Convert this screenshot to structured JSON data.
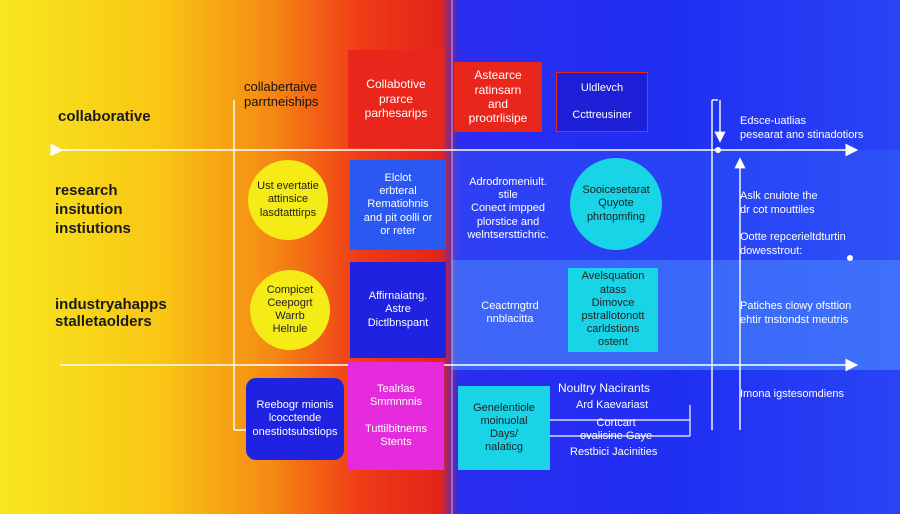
{
  "rows": {
    "collaborative": "collaborative",
    "research": "research\ninsitution\ninstiutions",
    "industry": "industryahapps\nstalletaolders"
  },
  "header": {
    "col_a": "collabertaive\nparrtneiships",
    "col_b": "Collabotive\nprarce\nparhesarips",
    "col_c": "Astearce\nratinsarn\nand\nprootrlisipe",
    "col_d": "Uldlevch\n\nCcttreusiner"
  },
  "right_notes": {
    "top": "Edsce-uatlias\npesearat ano stinadotiors",
    "mid": "Aslk cnulote the\ndr cot mouttiles\n\nOotte repcerieltdturtin\ndowesstrout:",
    "lower": "Patiches clowy ofsttion\nehtir tnstondst meutris",
    "bottom": "Imona igstesomdiens"
  },
  "cells": {
    "circle_yellow_1": "Ust evertatie\nattinsice\nlasdtatttirps",
    "red_box_2": "Elclot\nerbteral\nRematiohnis\nand pit oolli or\nor reter",
    "blue_text_3": "Adrodromeniult.\nstile\nConect impped\nplorstice and\nwelntsersttichric.",
    "circle_cyan_4": "Sooicesetarat\nQuyote\nphrtopmfing",
    "circle_yellow_5": "Compicet\nCeepogrt\nWarrb\nHelrule",
    "blue_text_6": "Affirnaiatng.\nAstre\nDictlbnspant",
    "blue_text_7": "Ceactrngtrd\nnnblacitta",
    "cyan_box_8": "Avelsquation\natass\nDimovce\npstrallotonott\ncarldstions\nostent",
    "blue_box_9": "Reebogr mionis\nlcocctende\nonestiotsubstiops",
    "magenta_box_10": "Tealrlas\nSmmnnnis\n\nTuttilbitnems\nStents",
    "cyan_box_11": "Genelentiole\nmoinuolal\nDays/\nnalaticg",
    "blue_text_12": "Noultry Nacirants",
    "blue_text_13": "Ard Kaevariast",
    "blue_text_14": "Cortcart\novalisine Gaye",
    "blue_text_15": "Restbici Jacinities"
  },
  "colors": {
    "yellow_circle": "#f5ec17",
    "cyan": "#19d3e6",
    "magenta": "#e62bdc",
    "red_box": "#e8261b",
    "dark_blue": "#1f22e0"
  }
}
